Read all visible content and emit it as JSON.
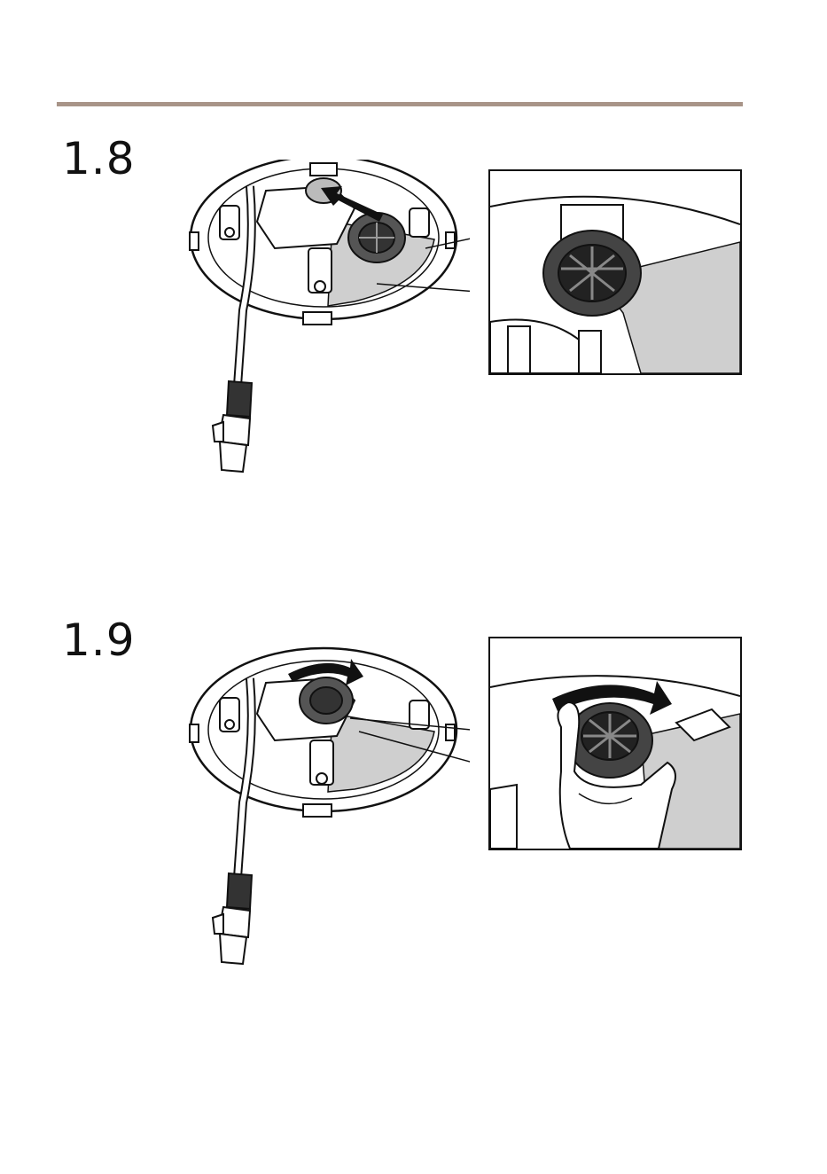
{
  "steps": [
    {
      "number": "1.8"
    },
    {
      "number": "1.9"
    }
  ],
  "colors": {
    "rule": "#a89488",
    "highlight": "#cfcfcf",
    "line": "#111111"
  },
  "icons": {
    "push-arrow": "arrow-up-left",
    "rotate-arrow": "curved-arrow-right"
  }
}
